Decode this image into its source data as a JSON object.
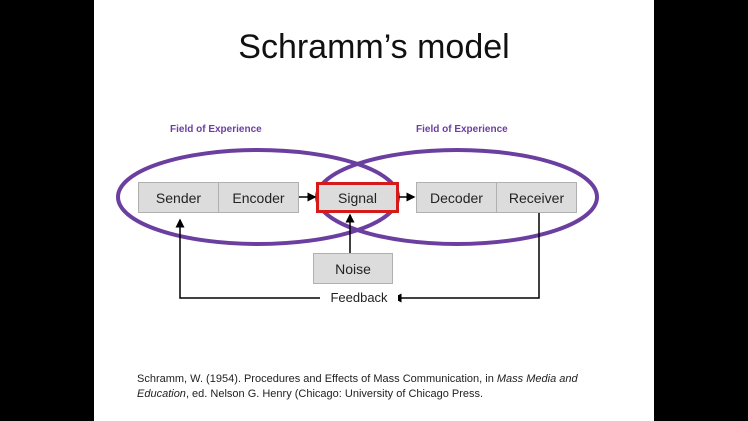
{
  "title": "Schramm’s model",
  "diagram": {
    "field_label_left": "Field of Experience",
    "field_label_right": "Field of Experience",
    "sender": "Sender",
    "encoder": "Encoder",
    "signal": "Signal",
    "decoder": "Decoder",
    "receiver": "Receiver",
    "noise": "Noise",
    "feedback": "Feedback",
    "colors": {
      "field": "#6b3fa0",
      "signal_border": "#d61a1a",
      "box_fill": "#dcdcdc"
    }
  },
  "citation": {
    "text1": "Schramm, W. (1954). Procedures and Effects of Mass Communication, in ",
    "italic1": "Mass Media and",
    "italic2": "Education",
    "text2": ", ed. Nelson G. Henry (Chicago: University of Chicago Press."
  }
}
